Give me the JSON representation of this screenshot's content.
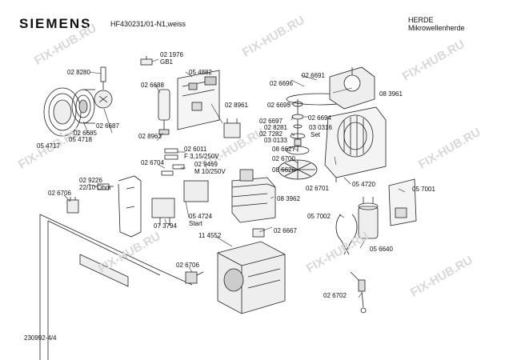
{
  "header": {
    "brand": "SIEMENS",
    "model": "HF430231/01-N1,weiss",
    "category_line1": "HERDE",
    "category_line2": "Mikrowellenherde"
  },
  "footer": {
    "doc_number": "230992-4/4"
  },
  "watermark": {
    "text": "FIX-HUB.RU",
    "color": "#d8d8d8"
  },
  "parts": [
    {
      "id": "p1",
      "text": "02 1976"
    },
    {
      "id": "p2",
      "text": "GB1"
    },
    {
      "id": "p3",
      "text": "02 8280"
    },
    {
      "id": "p4",
      "text": "02 6688"
    },
    {
      "id": "p5",
      "text": "05 4882"
    },
    {
      "id": "p6",
      "text": "02 6691"
    },
    {
      "id": "p7",
      "text": "02 6696"
    },
    {
      "id": "p8",
      "text": "08 3961"
    },
    {
      "id": "p9",
      "text": "02 6695"
    },
    {
      "id": "p10",
      "text": "02 8961"
    },
    {
      "id": "p11",
      "text": "02 6694"
    },
    {
      "id": "p12",
      "text": "02 6697"
    },
    {
      "id": "p13",
      "text": "02 8281"
    },
    {
      "id": "p14",
      "text": "03 0316"
    },
    {
      "id": "p15",
      "text": "02 7282"
    },
    {
      "id": "p16",
      "text": "Set"
    },
    {
      "id": "p17",
      "text": "03 0133"
    },
    {
      "id": "p18",
      "text": "02 6687"
    },
    {
      "id": "p19",
      "text": "02 6685"
    },
    {
      "id": "p20",
      "text": "05 4717"
    },
    {
      "id": "p21",
      "text": "05 4718"
    },
    {
      "id": "p22",
      "text": "02 8963"
    },
    {
      "id": "p23",
      "text": "02 6011"
    },
    {
      "id": "p24",
      "text": "F 3,15/250V"
    },
    {
      "id": "p25",
      "text": "08 6627"
    },
    {
      "id": "p26",
      "text": "02 6704"
    },
    {
      "id": "p27",
      "text": "02 9469"
    },
    {
      "id": "p28",
      "text": "M 10/250V"
    },
    {
      "id": "p29",
      "text": "02 6700"
    },
    {
      "id": "p30",
      "text": "08 6626"
    },
    {
      "id": "p31",
      "text": "05 4720"
    },
    {
      "id": "p32",
      "text": "02 9226"
    },
    {
      "id": "p33",
      "text": "22/10 Ohm"
    },
    {
      "id": "p34",
      "text": "02 6701"
    },
    {
      "id": "p35",
      "text": "02 6706"
    },
    {
      "id": "p36",
      "text": "08 3962"
    },
    {
      "id": "p37",
      "text": "05 7001"
    },
    {
      "id": "p38",
      "text": "05 4724"
    },
    {
      "id": "p39",
      "text": "Start"
    },
    {
      "id": "p40",
      "text": "07 3794"
    },
    {
      "id": "p41",
      "text": "05 7002"
    },
    {
      "id": "p42",
      "text": "02 6667"
    },
    {
      "id": "p43",
      "text": "11 4552"
    },
    {
      "id": "p44",
      "text": "05 6640"
    },
    {
      "id": "p45",
      "text": "02 6706"
    },
    {
      "id": "p46",
      "text": "02 6702"
    }
  ]
}
